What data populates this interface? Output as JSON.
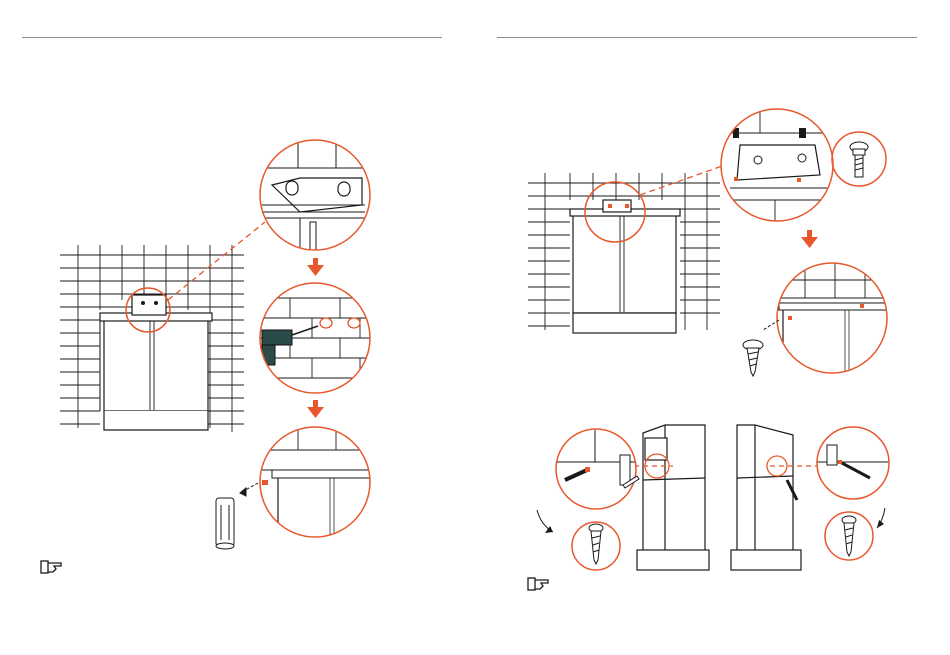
{
  "colors": {
    "accent": "#E8582C",
    "line": "#1a1a1a",
    "rule": "#8c8c8c",
    "panel_edge": "#555555"
  },
  "icons": {
    "left_note": "pointing-hand-icon",
    "right_note": "pointing-hand-icon"
  },
  "left_page": {
    "steps": [
      "mount-bracket-detail",
      "drill-holes",
      "insert-anchors"
    ]
  },
  "right_page": {
    "steps": [
      "fix-bracket-screws",
      "fix-battery-screws",
      "side-fixing"
    ]
  }
}
